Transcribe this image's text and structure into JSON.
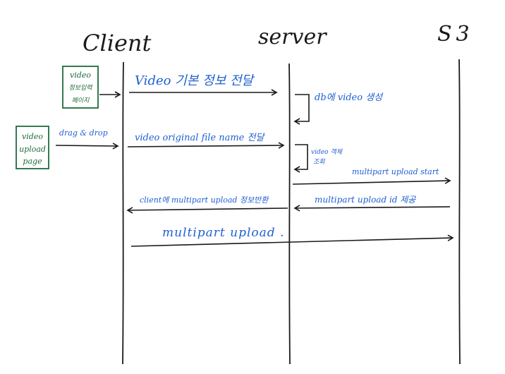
{
  "lifelines": {
    "client": "Client",
    "server": "server",
    "s3": "S3"
  },
  "side_boxes": {
    "info_page": [
      "video",
      "정보입력",
      "페이지"
    ],
    "upload_page": [
      "video",
      "upload",
      "page"
    ]
  },
  "side_labels": {
    "drag_drop": "drag & drop"
  },
  "messages": {
    "m1": "Video 기본 정보 전달",
    "m2": "db에 video 생성",
    "m3": "video original file name 전달",
    "m4": [
      "video 객체",
      "조회"
    ],
    "m5": "multipart upload start",
    "m6": "multipart upload id 제공",
    "m7": "client에 multipart upload 정보반환",
    "m8": "multipart upload ."
  },
  "colors": {
    "ink": "#1a1a1a",
    "message_text": "#1f5fd1",
    "box_border": "#1e6b3c",
    "box_text": "#1e6b3c"
  }
}
